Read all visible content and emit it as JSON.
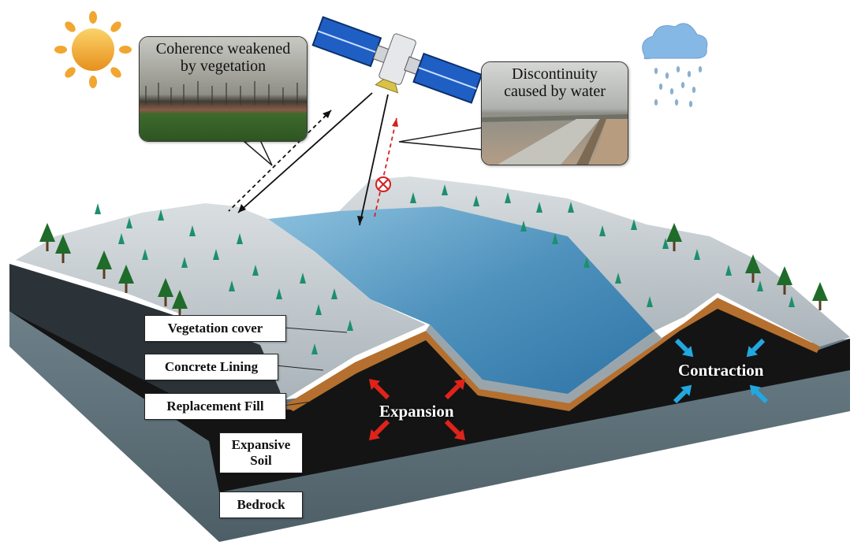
{
  "callouts": {
    "vegetation": "Coherence weakened\nby vegetation",
    "water": "Discontinuity\ncaused by water"
  },
  "layers": {
    "vegetation_cover": "Vegetation cover",
    "concrete_lining": "Concrete Lining",
    "replacement_fill": "Replacement Fill",
    "expansive_soil": "Expansive\nSoil",
    "bedrock": "Bedrock"
  },
  "processes": {
    "expansion": "Expansion",
    "contraction": "Contraction"
  },
  "colors": {
    "expansion_arrow": "#e0231a",
    "contraction_arrow": "#22a8e0",
    "fill_layer": "#b5702f",
    "soil_layer": "#141414",
    "bedrock": "#5e7079",
    "water": "#4a8db8",
    "concrete": "#b7c0c6",
    "vegetation": "#1e8f6e",
    "sun": "#f0a630",
    "satellite_panel": "#1f5fc4",
    "radar_signal_blocked": "#d52020"
  },
  "icons": [
    "sun-icon",
    "rain-cloud-icon",
    "satellite-icon",
    "tree-icon",
    "grass-icon",
    "blocked-signal-icon"
  ]
}
